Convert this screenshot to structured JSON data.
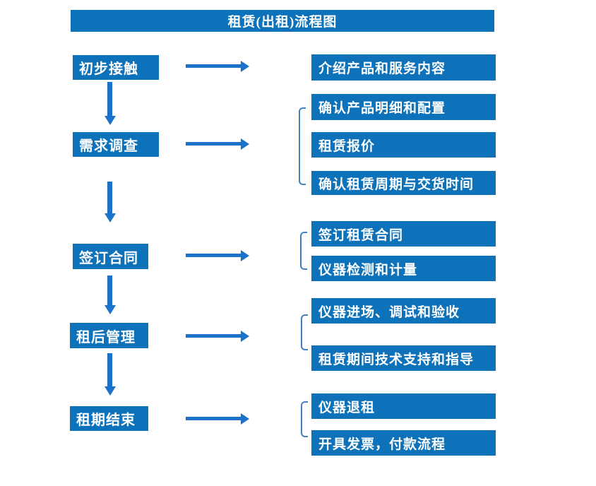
{
  "title": "租赁(出租)流程图",
  "colors": {
    "box": "#0d72ba",
    "arrow": "#1c72ca",
    "bracket": "#4080c0",
    "text": "#ffffff"
  },
  "stages": [
    {
      "label": "初步接触",
      "substeps": [
        "介绍产品和服务内容"
      ]
    },
    {
      "label": "需求调查",
      "substeps": [
        "确认产品明细和配置",
        "租赁报价",
        "确认租赁周期与交货时间"
      ]
    },
    {
      "label": "签订合同",
      "substeps": [
        "签订租赁合同",
        "仪器检测和计量"
      ]
    },
    {
      "label": "租后管理",
      "substeps": [
        "仪器进场、调试和验收",
        "租赁期间技术支持和指导"
      ]
    },
    {
      "label": "租期结束",
      "substeps": [
        "仪器退租",
        "开具发票，付款流程"
      ]
    }
  ]
}
